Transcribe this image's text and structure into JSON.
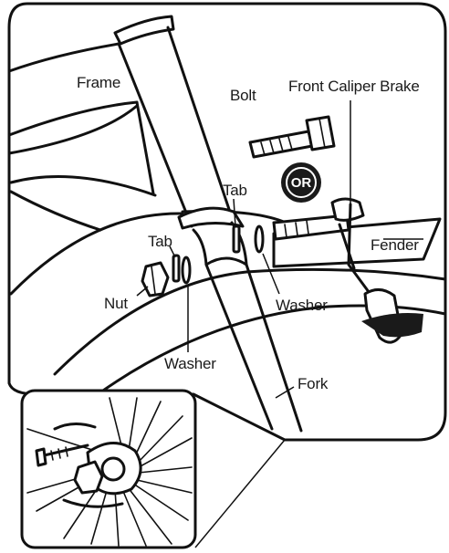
{
  "labels": {
    "frame": "Frame",
    "bolt": "Bolt",
    "front_caliper_brake": "Front Caliper Brake",
    "or_badge": "OR",
    "tab_upper": "Tab",
    "tab_lower": "Tab",
    "fender": "Fender",
    "nut": "Nut",
    "washer_right": "Washer",
    "washer_left": "Washer",
    "fork": "Fork"
  }
}
